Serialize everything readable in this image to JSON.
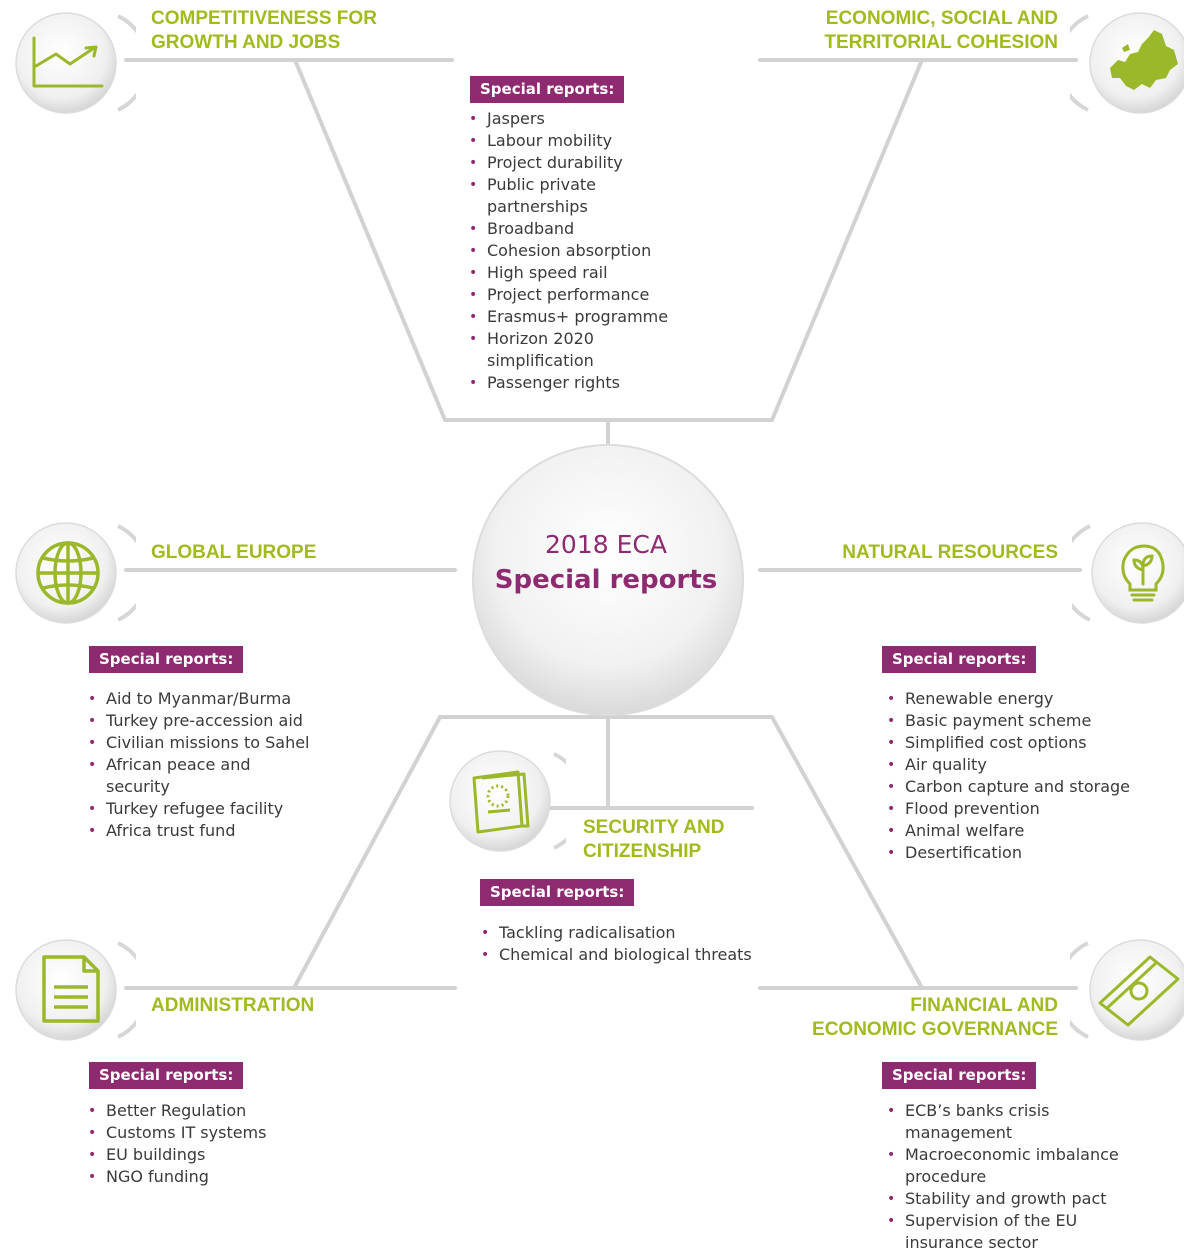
{
  "center": {
    "line1": "2018 ECA",
    "line2": "Special reports"
  },
  "badge_label": "Special reports:",
  "colors": {
    "heading": "#a3ba1e",
    "badge": "#8e2a6f",
    "lines": "#cfcfcf"
  },
  "sections": {
    "competitiveness": {
      "title_line1": "COMPETITIVENESS FOR",
      "title_line2": "GROWTH AND JOBS",
      "icon": "line-chart-icon",
      "items": [
        "Jaspers",
        "Labour mobility",
        "Project durability",
        "Public private partnerships",
        "Broadband",
        "Cohesion absorption",
        "High speed rail",
        "Project performance",
        "Erasmus+ programme",
        "Horizon 2020 simplification",
        "Passenger rights"
      ]
    },
    "cohesion": {
      "title_line1": "ECONOMIC, SOCIAL AND",
      "title_line2": "TERRITORIAL COHESION",
      "icon": "europe-map-icon"
    },
    "global_europe": {
      "title": "GLOBAL EUROPE",
      "icon": "globe-icon",
      "items": [
        "Aid to Myanmar/Burma",
        "Turkey pre-accession aid",
        "Civilian missions to Sahel",
        "African peace and security",
        "Turkey refugee  facility",
        "Africa trust fund"
      ]
    },
    "natural_resources": {
      "title": "NATURAL RESOURCES",
      "icon": "lightbulb-plant-icon",
      "items": [
        "Renewable energy",
        "Basic payment scheme",
        "Simplified cost options",
        "Air quality",
        "Carbon capture and storage",
        "Flood prevention",
        "Animal welfare",
        "Desertification"
      ]
    },
    "security": {
      "title_line1": "SECURITY AND",
      "title_line2": "CITIZENSHIP",
      "icon": "passport-icon",
      "items": [
        "Tackling radicalisation",
        "Chemical and biological threats"
      ]
    },
    "administration": {
      "title": "ADMINISTRATION",
      "icon": "document-icon",
      "items": [
        "Better Regulation",
        "Customs IT systems",
        "EU buildings",
        "NGO funding"
      ]
    },
    "financial": {
      "title_line1": "FINANCIAL AND",
      "title_line2": "ECONOMIC GOVERNANCE",
      "icon": "banknote-icon",
      "items": [
        "ECB’s banks crisis management",
        "Macroeconomic imbalance procedure",
        "Stability and growth pact",
        "Supervision of the EU insurance sector"
      ]
    }
  }
}
